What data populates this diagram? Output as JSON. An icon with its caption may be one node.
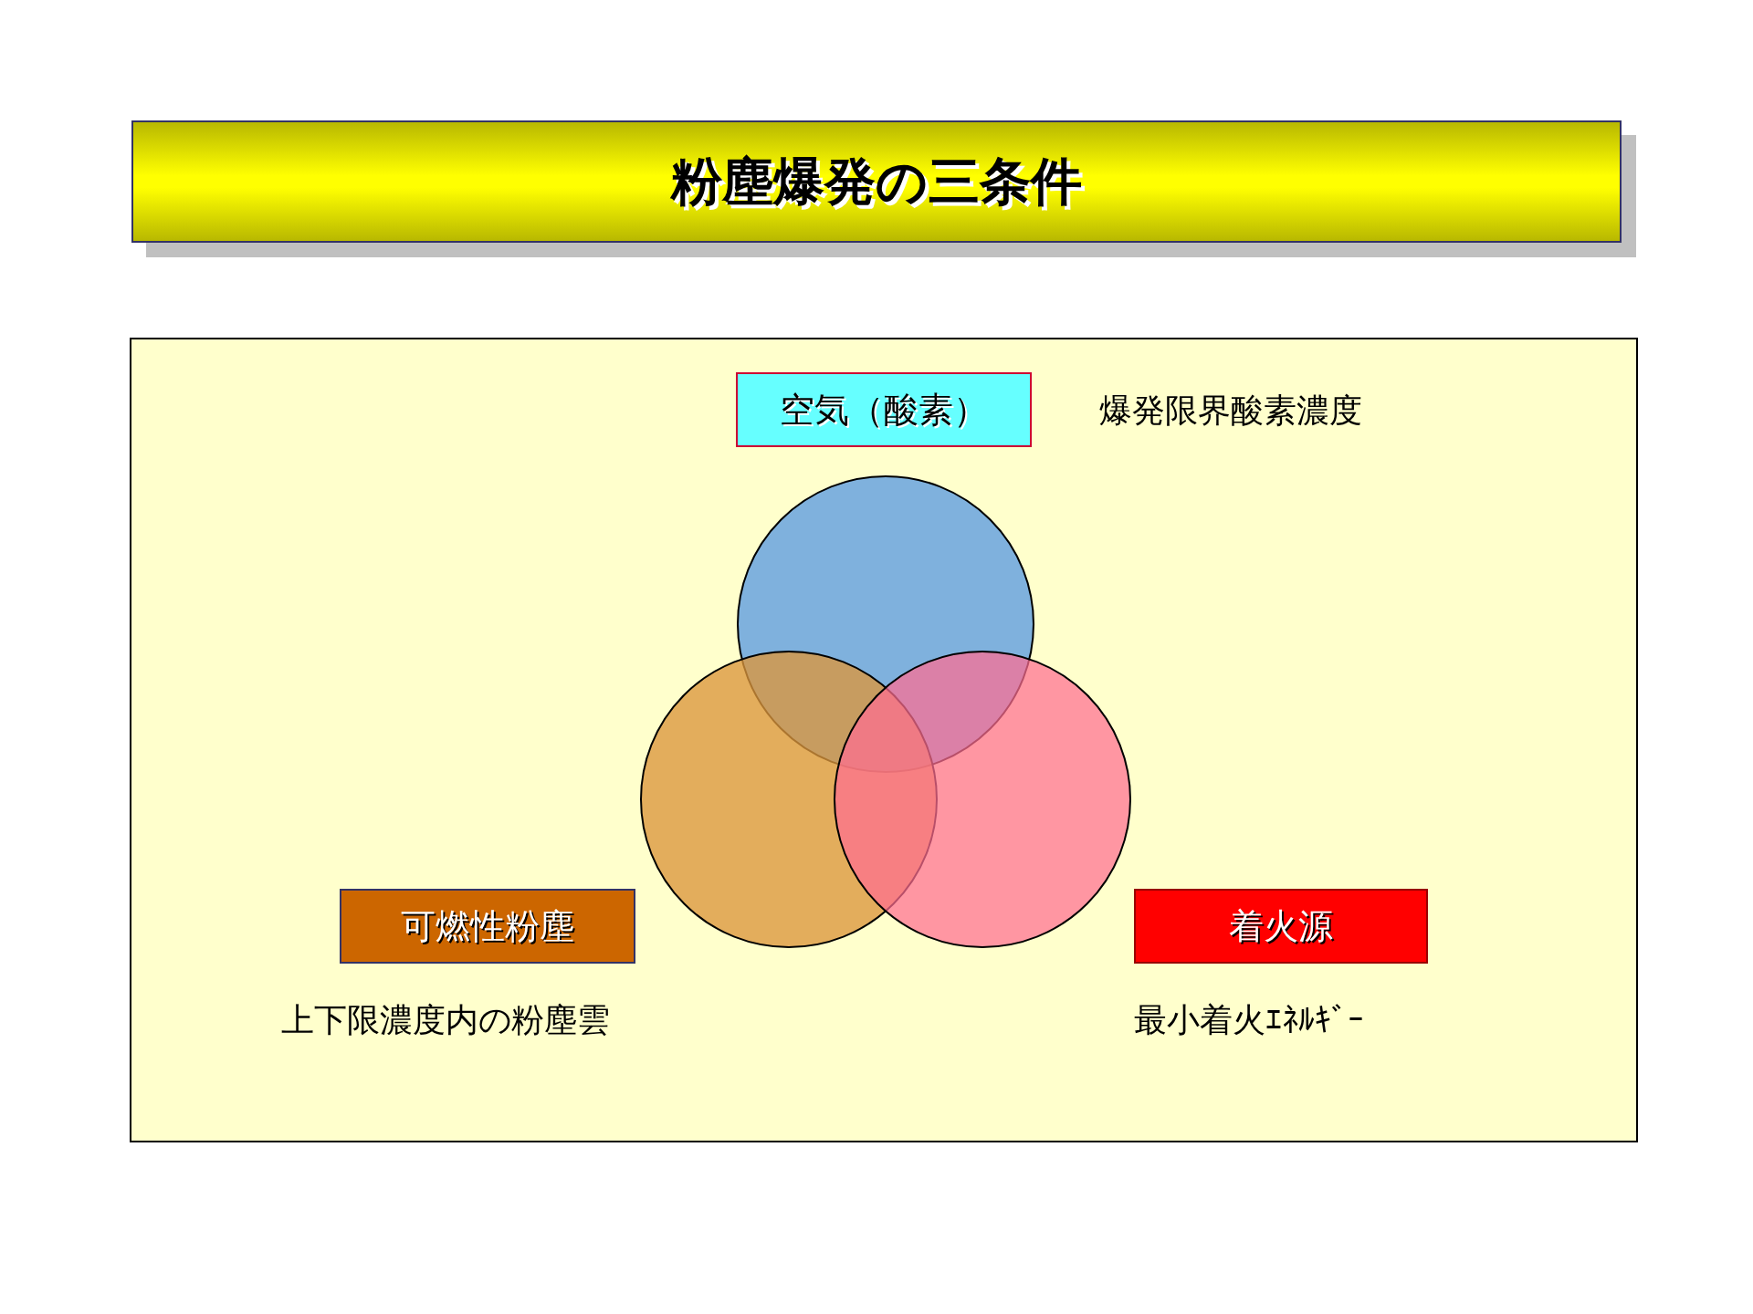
{
  "diagram": {
    "nodes": [
      {
        "text": [
          "粉塵爆発の三条件"
        ]
      },
      {
        "text": [],
        "shape": "box"
      },
      {
        "text": [
          "空気（酸素）"
        ],
        "in": 1,
        "beside": [
          "爆発限界酸素濃度"
        ]
      },
      {
        "text": [],
        "shape": "circle",
        "in": 1
      },
      {
        "text": [],
        "shape": "circle",
        "in": 1
      },
      {
        "text": [],
        "shape": "circle",
        "in": 1
      },
      {
        "text": [
          "可燃性粉塵"
        ],
        "in": 1,
        "beside": [
          "上下限濃度内の粉塵雲"
        ]
      },
      {
        "text": [
          "着火源"
        ],
        "in": 1,
        "beside": [
          "最小着火ｴﾈﾙｷﾞｰ"
        ]
      }
    ]
  }
}
